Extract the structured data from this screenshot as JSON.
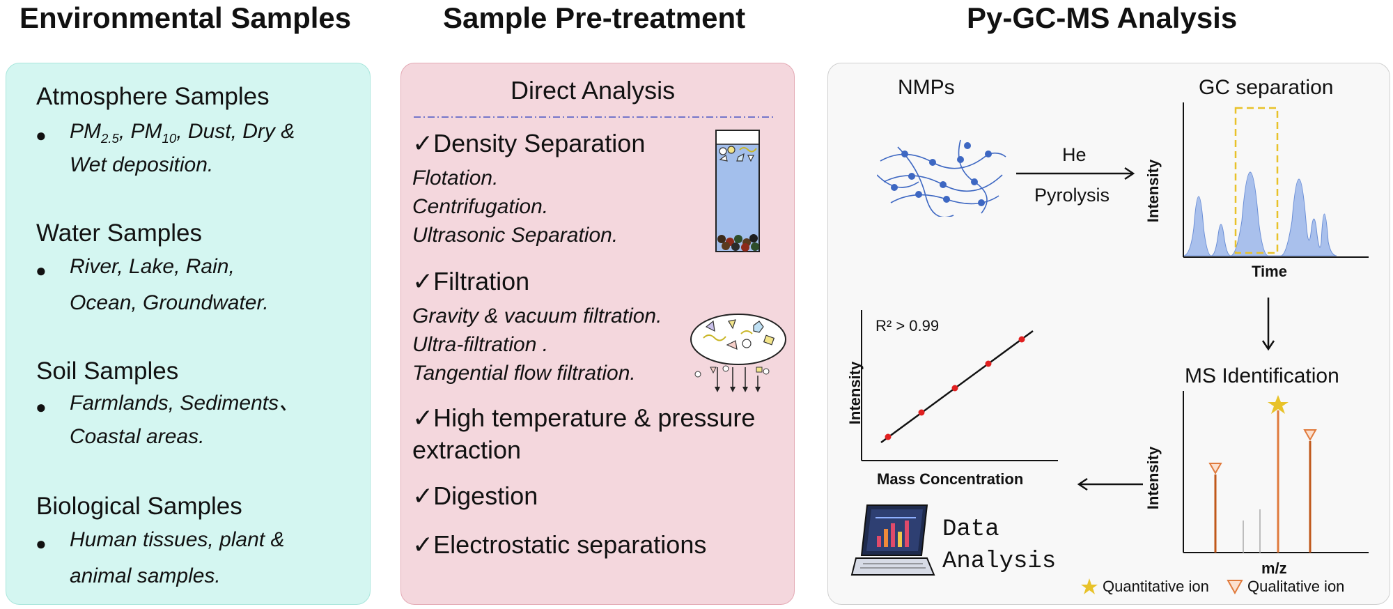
{
  "titles": {
    "col1": "Environmental Samples",
    "col2": "Sample Pre-treatment",
    "col3": "Py-GC-MS Analysis"
  },
  "samples": [
    {
      "heading": "Atmosphere Samples",
      "line1_pre": "PM",
      "line1_sub1": "2.5",
      "line1_mid": ", PM",
      "line1_sub2": "10",
      "line1_post": ", Dust, Dry &",
      "line2": "Wet deposition."
    },
    {
      "heading": "Water Samples",
      "line1": "River, Lake, Rain,",
      "line2": "Ocean, Groundwater."
    },
    {
      "heading": "Soil Samples",
      "line1": "Farmlands, Sediments、",
      "line2": "Coastal areas."
    },
    {
      "heading": "Biological Samples",
      "line1": "Human tissues, plant &",
      "line2": "animal samples."
    }
  ],
  "pretreatment": {
    "header": "Direct Analysis",
    "density": {
      "label": "✓Density Separation",
      "items": [
        "Flotation.",
        "Centrifugation.",
        "Ultrasonic Separation."
      ]
    },
    "filtration": {
      "label": "✓Filtration",
      "items": [
        "Gravity & vacuum filtration.",
        "Ultra-filtration .",
        "Tangential flow filtration."
      ]
    },
    "high_temp": {
      "line1": "✓High temperature & pressure",
      "line2": "extraction"
    },
    "digestion": "✓Digestion",
    "electrostatic": "✓Electrostatic separations"
  },
  "analysis": {
    "nmps": "NMPs",
    "gc_separation": "GC separation",
    "he": "He",
    "pyrolysis": "Pyrolysis",
    "intensity": "Intensity",
    "time": "Time",
    "ms_identification": "MS Identification",
    "mz": "m/z",
    "r2": "R² > 0.99",
    "mass_concentration": "Mass Concentration",
    "data_analysis_line1": "Data",
    "data_analysis_line2": "Analysis",
    "legend_quant": "Quantitative ion",
    "legend_qual": "Qualitative ion"
  },
  "colors": {
    "panel1": "#d4f6f1",
    "panel2": "#f4d7dd",
    "panel3": "#f8f8f8",
    "peak_fill": "#a9c0ec",
    "highlight_box": "#e8c229",
    "calibration_points": "#e02020",
    "quantitative_ion": "#e8c229",
    "qualitative_ion": "#e07a3c",
    "ms_bar": "#c0581a"
  },
  "icons": [
    "checkmark-icon",
    "separation-tube-icon",
    "filter-membrane-icon",
    "polymer-chain-icon",
    "arrow-icon",
    "laptop-icon",
    "star-icon",
    "triangle-icon"
  ]
}
